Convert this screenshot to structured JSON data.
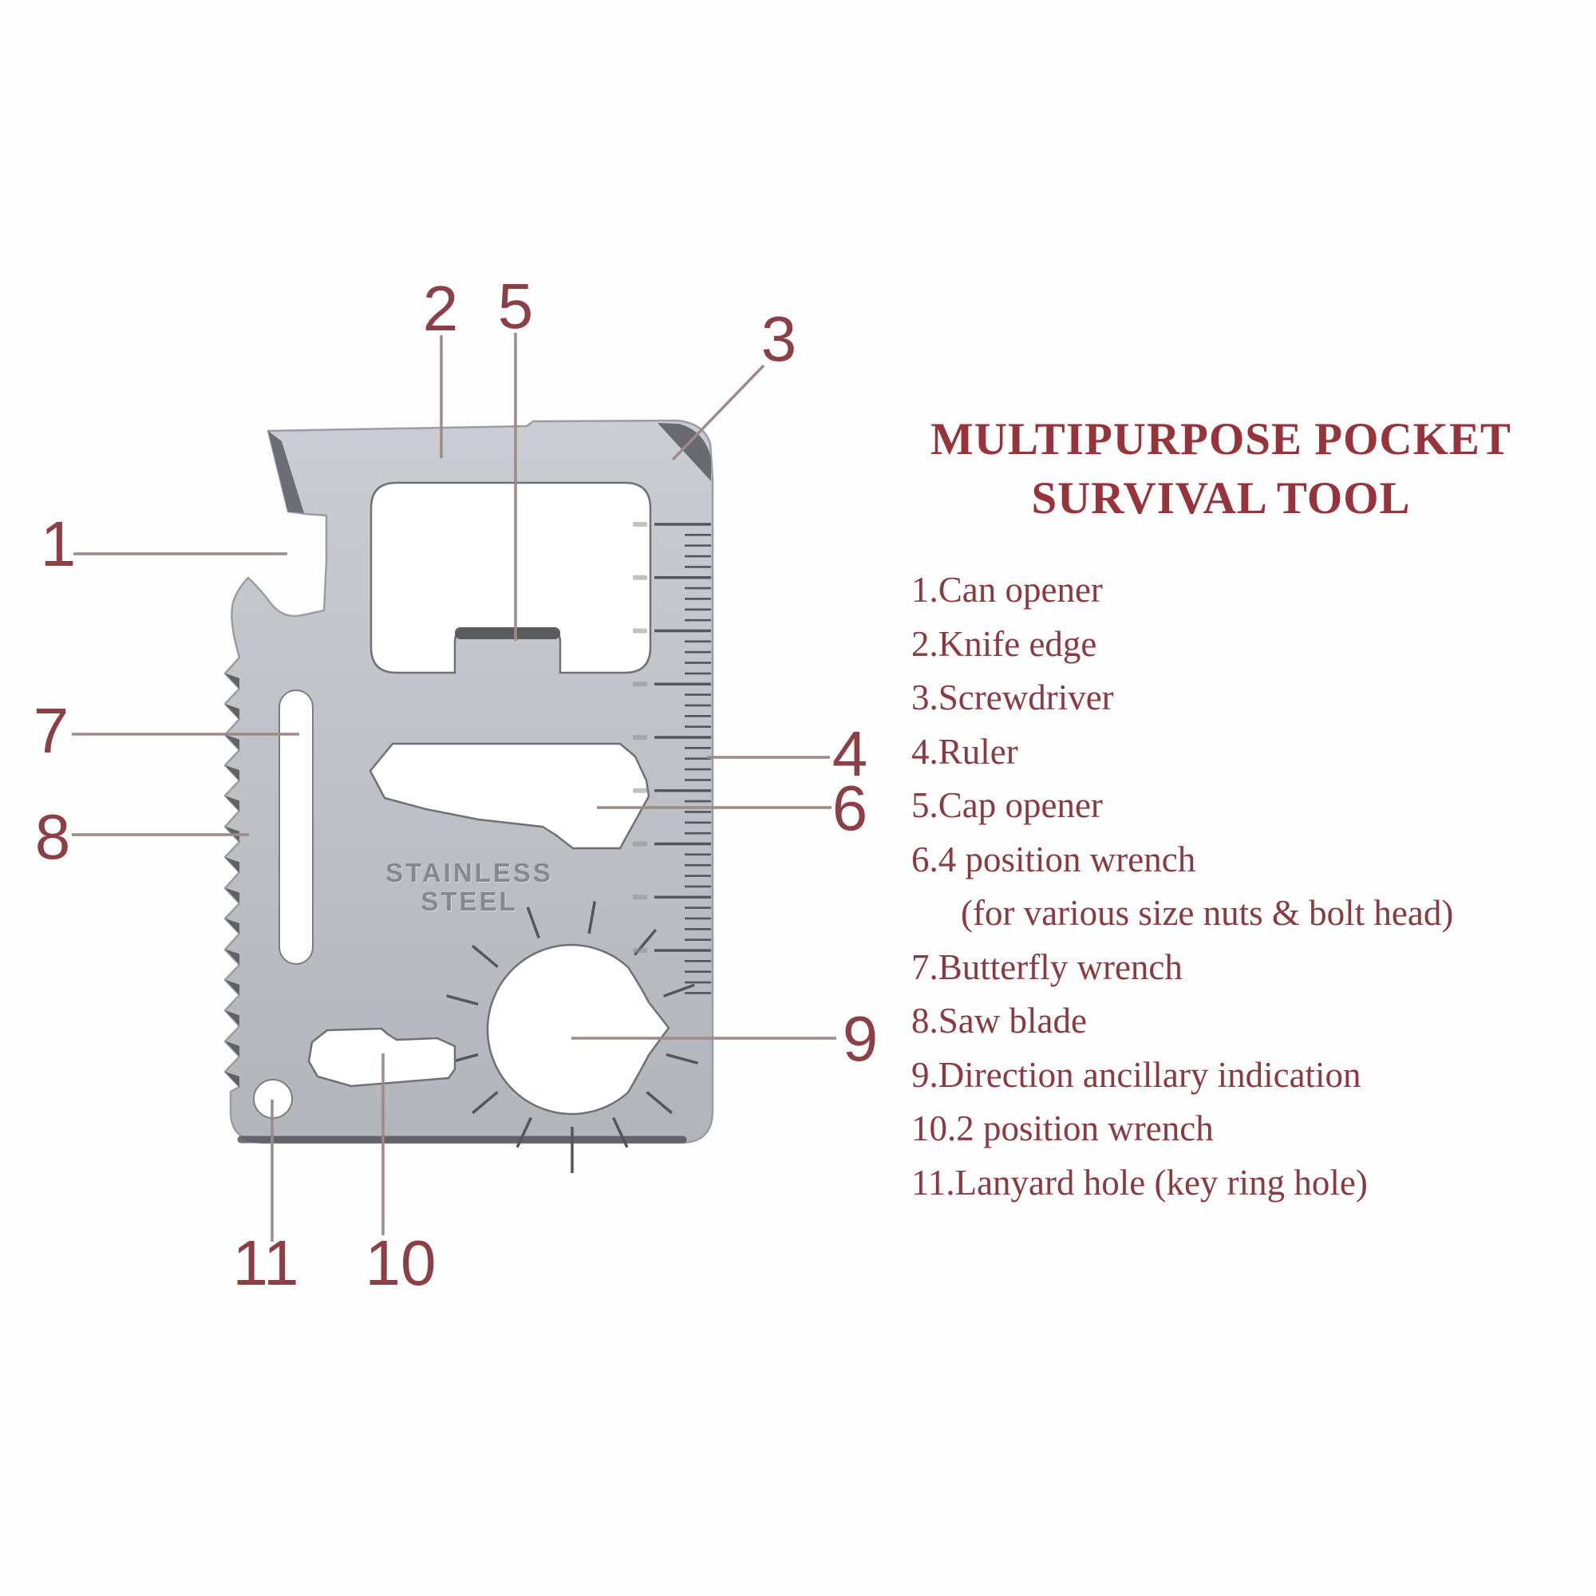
{
  "title": {
    "line1": "MULTIPURPOSE POCKET",
    "line2": "SURVIVAL TOOL"
  },
  "legend": {
    "items": [
      {
        "text": "1.Can opener"
      },
      {
        "text": "2.Knife edge"
      },
      {
        "text": "3.Screwdriver"
      },
      {
        "text": "4.Ruler"
      },
      {
        "text": "5.Cap opener"
      },
      {
        "text": "6.4 position wrench"
      },
      {
        "text": "(for various size nuts & bolt head)"
      },
      {
        "text": "7.Butterfly wrench"
      },
      {
        "text": "8.Saw blade"
      },
      {
        "text": "9.Direction ancillary indication"
      },
      {
        "text": "10.2 position wrench"
      },
      {
        "text": "11.Lanyard hole (key ring hole)"
      }
    ]
  },
  "callouts": [
    {
      "label": "1"
    },
    {
      "label": "2"
    },
    {
      "label": "3"
    },
    {
      "label": "4"
    },
    {
      "label": "5"
    },
    {
      "label": "6"
    },
    {
      "label": "7"
    },
    {
      "label": "8"
    },
    {
      "label": "9"
    },
    {
      "label": "10"
    },
    {
      "label": "11"
    }
  ],
  "tool": {
    "engraving_line1": "STAINLESS",
    "engraving_line2": "STEEL",
    "features": [
      "can-opener",
      "knife-edge",
      "screwdriver",
      "ruler",
      "cap-opener",
      "4-position-wrench",
      "butterfly-wrench",
      "saw-blade",
      "direction-ancillary-indication",
      "2-position-wrench",
      "lanyard-hole"
    ]
  },
  "colors": {
    "title_text": "#97333a",
    "legend_text": "#8a3a40",
    "callout_number": "#8c4046",
    "callout_line": "#9d8b87",
    "metal_light": "#cacdd2",
    "metal_mid": "#bfc2c7",
    "metal_dark_edge": "#5c5f64",
    "tick_color": "#53565b",
    "background": "#fdfdfd"
  }
}
